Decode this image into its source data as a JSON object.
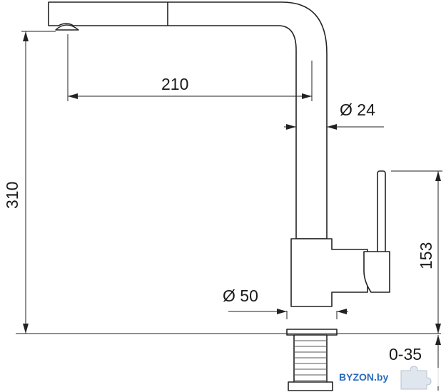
{
  "dimensions": {
    "spout_reach": "210",
    "spout_diameter": "Ø 24",
    "total_height": "310",
    "lever_height": "153",
    "base_diameter": "Ø 50",
    "countertop_thickness": "0-35"
  },
  "watermark": {
    "text": "BYZON.by"
  },
  "colors": {
    "line": "#222222",
    "faucet_fill": "#ffffff",
    "watermark_text": "#2a6bbd"
  }
}
